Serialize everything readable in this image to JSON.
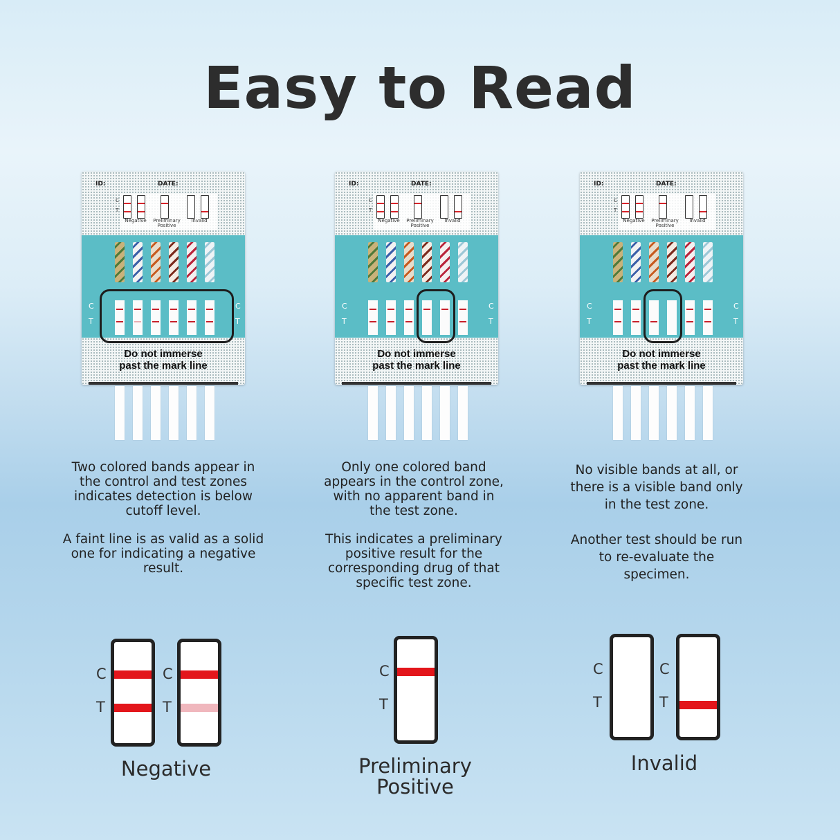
{
  "title": "Easy to Read",
  "cup": {
    "id_label": "ID:",
    "date_label": "DATE:",
    "legend_c": "C",
    "legend_t": "T",
    "legend_negative": "Negative",
    "legend_prelim": "Preliminary Positive",
    "legend_invalid": "Invalid",
    "side_c": "C",
    "side_t": "T",
    "notice_line1": "Do not immerse",
    "notice_line2": "past the mark line"
  },
  "colors": {
    "band_red": "#e3161b",
    "band_faint": "#f0b7bd",
    "teal_panel": "#5bbdc6"
  },
  "columns": [
    {
      "desc_para1": "Two colored bands appear in the control and test zones indicates detection is below cutoff level.",
      "desc_para2": "A faint line is as valid as a solid one for indicating a negative result.",
      "caption": "Negative"
    },
    {
      "desc_para1": "Only one colored band appears in the control zone, with no apparent band in the test zone.",
      "desc_para2": "This indicates a preliminary positive result for the corresponding drug of that specific test zone.",
      "caption_line1": "Preliminary",
      "caption_line2": "Positive"
    },
    {
      "desc_para1": "No visible bands at all, or there is a visible band only in the test zone.",
      "desc_para2": "Another test should be run to re-evaluate the specimen.",
      "caption": "Invalid"
    }
  ],
  "diagram_letters": {
    "c": "C",
    "t": "T"
  }
}
